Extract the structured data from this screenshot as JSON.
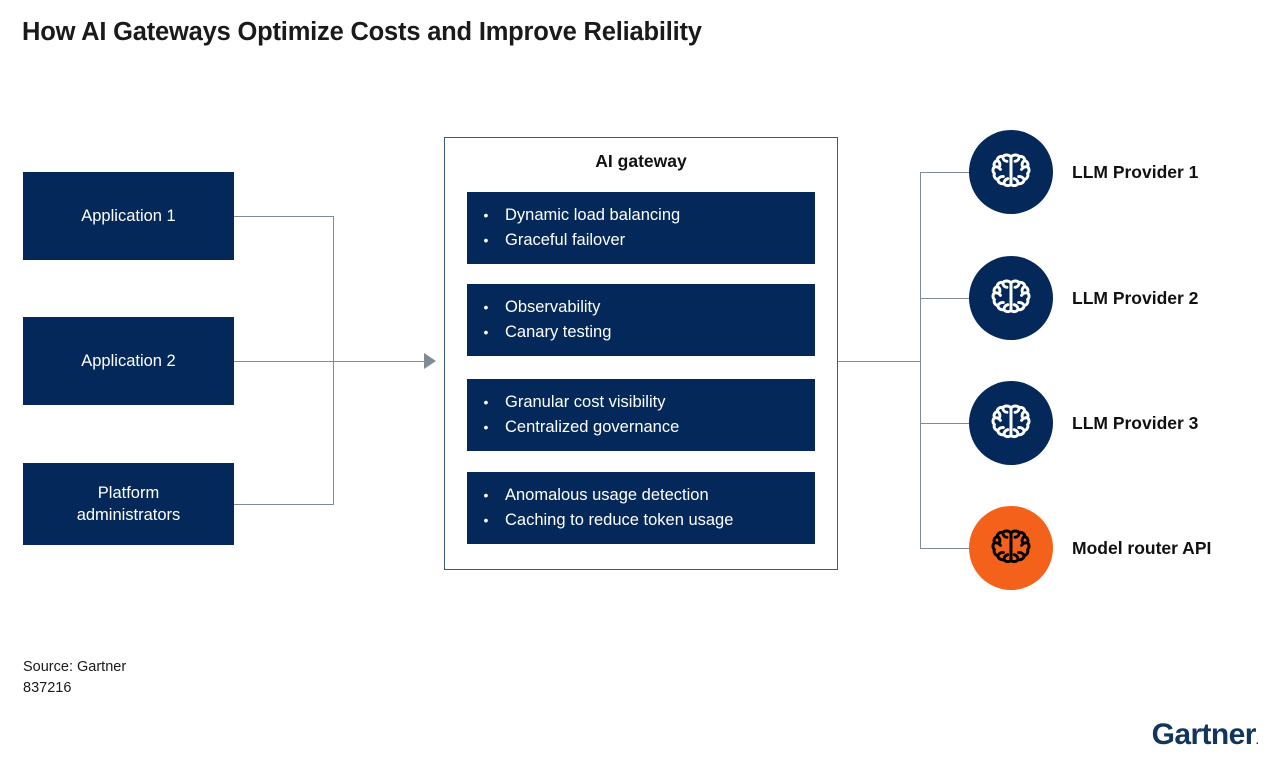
{
  "title": "How AI Gateways Optimize Costs and Improve Reliability",
  "colors": {
    "navy": "#04285a",
    "orange": "#f4611a",
    "panel_border": "#3a5a84",
    "connector": "#7f8c96",
    "logo_navy": "#12355e"
  },
  "actors": [
    {
      "label": "Application 1"
    },
    {
      "label": "Application 2"
    },
    {
      "label": "Platform\nadministrators"
    }
  ],
  "gateway": {
    "title": "AI gateway",
    "features": [
      {
        "lines": [
          "Dynamic load balancing",
          "Graceful failover"
        ]
      },
      {
        "lines": [
          "Observability",
          "Canary testing"
        ]
      },
      {
        "lines": [
          "Granular cost visibility",
          "Centralized governance"
        ]
      },
      {
        "lines": [
          "Anomalous usage detection",
          "Caching to reduce token usage"
        ]
      }
    ]
  },
  "providers": [
    {
      "label": "LLM Provider 1",
      "icon": "brain-icon",
      "circle_color": "#04285a",
      "icon_color": "#ffffff"
    },
    {
      "label": "LLM Provider 2",
      "icon": "brain-icon",
      "circle_color": "#04285a",
      "icon_color": "#ffffff"
    },
    {
      "label": "LLM Provider 3",
      "icon": "brain-icon",
      "circle_color": "#04285a",
      "icon_color": "#ffffff"
    },
    {
      "label": "Model router API",
      "icon": "brain-icon",
      "circle_color": "#f4611a",
      "icon_color": "#000000"
    }
  ],
  "footer": {
    "source": "Source: Gartner",
    "doc_id": "837216",
    "logo_text": "Gartner",
    "logo_mark": "."
  }
}
